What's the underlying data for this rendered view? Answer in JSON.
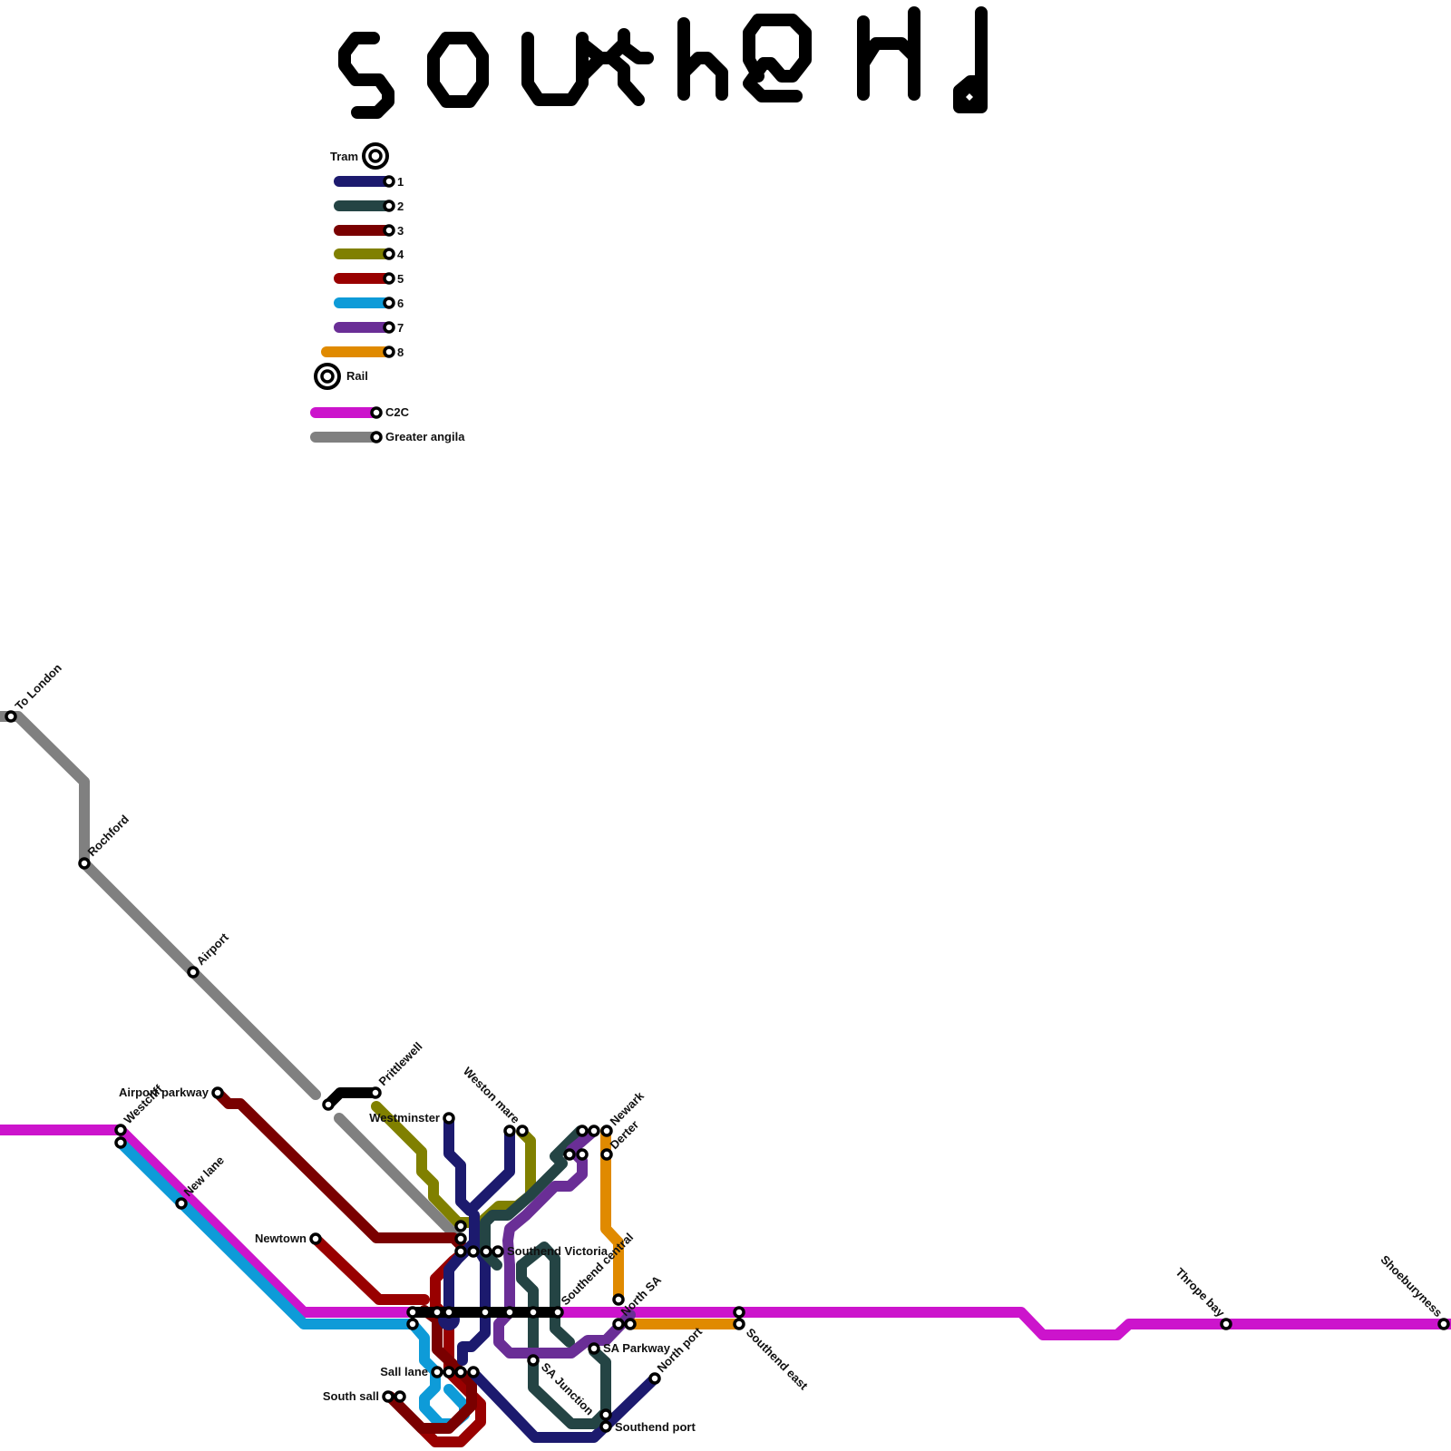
{
  "title": "southend",
  "legend": {
    "tram_label": "Tram",
    "rail_label": "Rail",
    "tram_lines": [
      {
        "id": "1",
        "label": "1",
        "color": "#1c1a6e"
      },
      {
        "id": "2",
        "label": "2",
        "color": "#244444"
      },
      {
        "id": "3",
        "label": "3",
        "color": "#7a0000"
      },
      {
        "id": "4",
        "label": "4",
        "color": "#808000"
      },
      {
        "id": "5",
        "label": "5",
        "color": "#990000"
      },
      {
        "id": "6",
        "label": "6",
        "color": "#0e9bd8"
      },
      {
        "id": "7",
        "label": "7",
        "color": "#6a2e96"
      },
      {
        "id": "8",
        "label": "8",
        "color": "#e08a00"
      }
    ],
    "rail_lines": [
      {
        "id": "c2c",
        "label": "C2C",
        "color": "#cc14cc"
      },
      {
        "id": "ga",
        "label": "Greater angila",
        "color": "#808080"
      }
    ]
  },
  "stations": {
    "to_london": "To London",
    "rochford": "Rochford",
    "airport": "Airport",
    "airport_parkway": "Airport parkway",
    "westcliff": "Westcliff",
    "new_lane": "New lane",
    "prittlewell": "Prittlewell",
    "westminster": "Westminster",
    "weston_mare": "Weston mare",
    "newark": "Newark",
    "derter": "Derter",
    "newtown": "Newtown",
    "southend_victoria": "Southend Victoria",
    "southend_central": "Southend central",
    "north_sa": "North SA",
    "sa_parkway": "SA Parkway",
    "sa_junction": "SA Junction",
    "north_port": "North port",
    "southend_port": "Southend port",
    "southend_east": "Southend east",
    "sall_lane": "Sall lane",
    "south_sall": "South sall",
    "thrope_bay": "Thrope bay",
    "shoeburyness": "Shoeburyness"
  }
}
